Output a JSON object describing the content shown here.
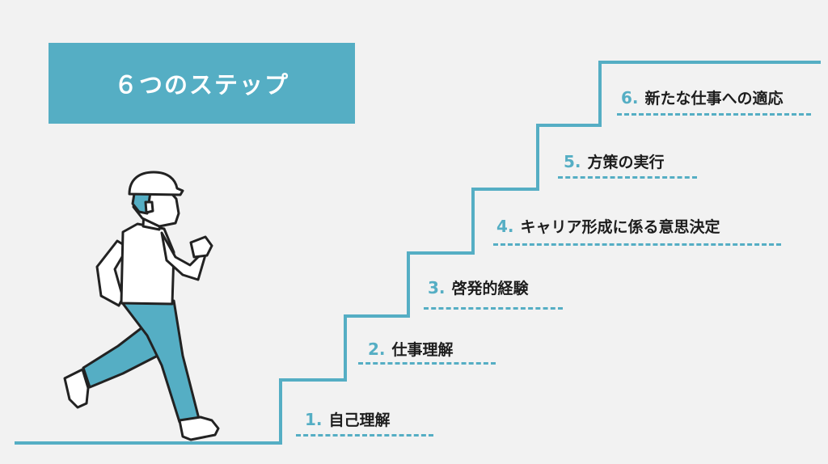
{
  "title": "６つのステップ",
  "steps": [
    {
      "number": "1.",
      "label": "自己理解"
    },
    {
      "number": "2.",
      "label": "仕事理解"
    },
    {
      "number": "3.",
      "label": "啓発的経験"
    },
    {
      "number": "4.",
      "label": "キャリア形成に係る意思決定"
    },
    {
      "number": "5.",
      "label": "方策の実行"
    },
    {
      "number": "6.",
      "label": "新たな仕事への適応"
    }
  ],
  "colors": {
    "accent": "#55aec4",
    "stroke": "#222222",
    "background": "#f2f2f2"
  },
  "illustration": "running-person"
}
